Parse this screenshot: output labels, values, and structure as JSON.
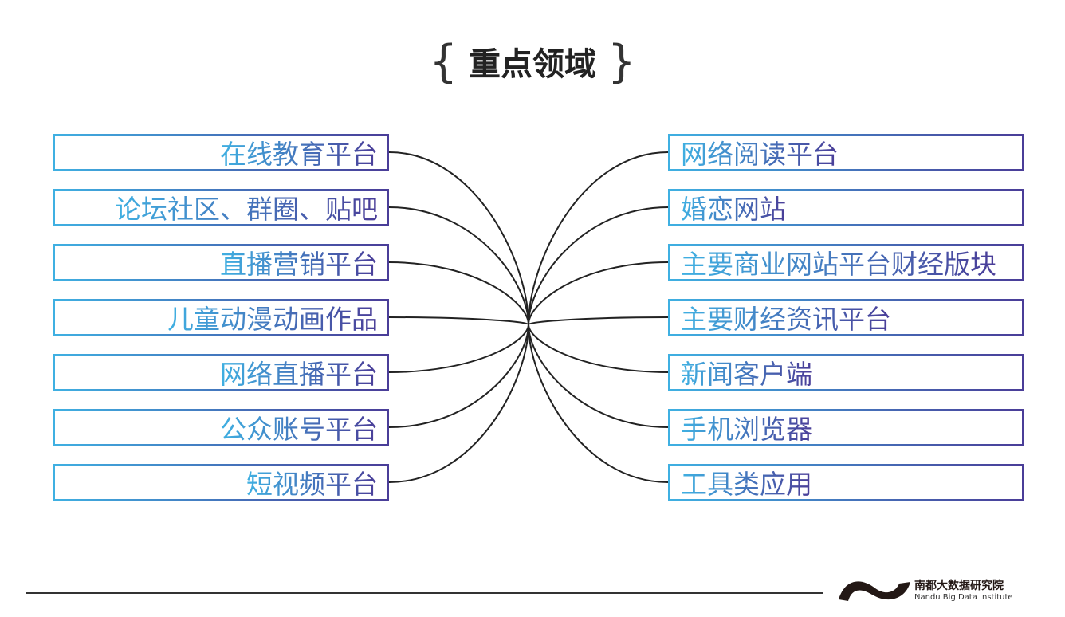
{
  "title": "重点领域",
  "brackets": {
    "open": "{",
    "close": "}"
  },
  "left_items": [
    "在线教育平台",
    "论坛社区、群圈、贴吧",
    "直播营销平台",
    "儿童动漫动画作品",
    "网络直播平台",
    "公众账号平台",
    "短视频平台"
  ],
  "right_items": [
    "网络阅读平台",
    "婚恋网站",
    "主要商业网站平台财经版块",
    "主要财经资讯平台",
    "新闻客户端",
    "手机浏览器",
    "工具类应用"
  ],
  "logo": {
    "name_cn": "南都大数据研究院",
    "name_en": "Nandu Big Data Institute"
  },
  "colors": {
    "gradient_start": "#3fb0e2",
    "gradient_end": "#4a3d98",
    "lines": "#222222"
  }
}
